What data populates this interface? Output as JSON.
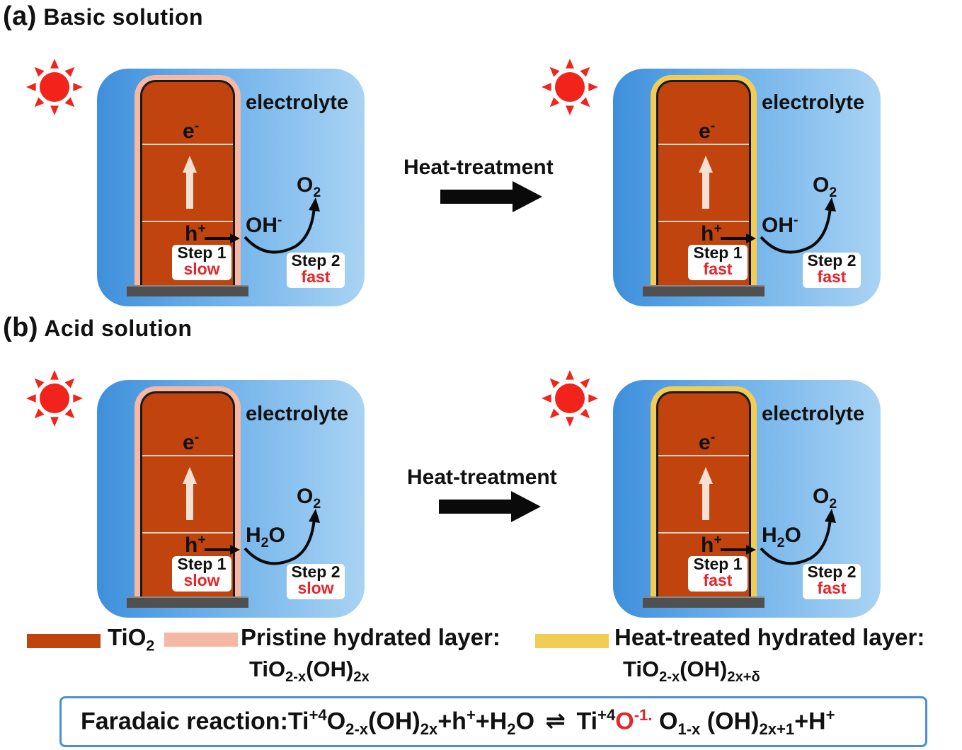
{
  "section_a": {
    "tag": "(a)",
    "title": "Basic solution"
  },
  "section_b": {
    "tag": "(b)",
    "title": "Acid  solution"
  },
  "panels": [
    {
      "electrolyte": "electrolyte",
      "e": "e",
      "e_sup": "-",
      "h": "h",
      "h_sup": "+",
      "species": "OH",
      "species_sup": "-",
      "o2": "O",
      "o2_sub": "2",
      "step1": "Step 1",
      "step1_rate": "slow",
      "step2": "Step 2",
      "step2_rate": "fast",
      "layer": "pristine"
    },
    {
      "electrolyte": "electrolyte",
      "e": "e",
      "e_sup": "-",
      "h": "h",
      "h_sup": "+",
      "species": "OH",
      "species_sup": "-",
      "o2": "O",
      "o2_sub": "2",
      "step1": "Step 1",
      "step1_rate": "fast",
      "step2": "Step 2",
      "step2_rate": "fast",
      "layer": "heat-treated"
    },
    {
      "electrolyte": "electrolyte",
      "e": "e",
      "e_sup": "-",
      "h": "h",
      "h_sup": "+",
      "species": "H",
      "species_sub": "2",
      "species_tail": "O",
      "o2": "O",
      "o2_sub": "2",
      "step1": "Step 1",
      "step1_rate": "slow",
      "step2": "Step 2",
      "step2_rate": "slow",
      "layer": "pristine"
    },
    {
      "electrolyte": "electrolyte",
      "e": "e",
      "e_sup": "-",
      "h": "h",
      "h_sup": "+",
      "species": "H",
      "species_sub": "2",
      "species_tail": "O",
      "o2": "O",
      "o2_sub": "2",
      "step1": "Step 1",
      "step1_rate": "fast",
      "step2": "Step 2",
      "step2_rate": "fast",
      "layer": "heat-treated"
    }
  ],
  "heat_treatment_label": "Heat-treatment",
  "legend": {
    "tio2": {
      "main": "TiO",
      "sub": "2",
      "color": "#c1440e"
    },
    "pristine": {
      "label": "Pristine hydrated layer:",
      "formula_main": "TiO",
      "formula_sub1": "2-x",
      "formula_mid": "(OH)",
      "formula_sub2": "2x",
      "color": "#f4b8a4"
    },
    "heat": {
      "label": "Heat-treated hydrated layer:",
      "formula_main": "TiO",
      "formula_sub1": "2-x",
      "formula_mid": "(OH)",
      "formula_sub2": "2x+δ",
      "color": "#f2cd55"
    }
  },
  "reaction": {
    "prefix": "Faradaic reaction:",
    "p1": "Ti",
    "p1_sup": "+4",
    "p2": "O",
    "p2_sub": "2-x",
    "p3": "(OH)",
    "p3_sub": "2x",
    "p4": "+h",
    "p4_sup": "+",
    "p5": "+H",
    "p5_sub": "2",
    "p6": "O",
    "eq": "⇌",
    "r1": "Ti",
    "r1_sup": "+4",
    "r2": "O",
    "r2_sup": "-1.",
    "r3": " O",
    "r3_sub": "1-x",
    "r4": " (OH)",
    "r4_sub": "2x+1",
    "r5": "+H",
    "r5_sup": "+"
  },
  "colors": {
    "tio2": "#c1440e",
    "pristine": "#f4b8a4",
    "heat": "#f2cd55",
    "electrolyte": "#6eb1ea",
    "sun": "#f2231a",
    "rate": "#e8232a",
    "reaction_border": "#4b8fd6"
  },
  "icons": [
    "sun-icon",
    "up-arrow-icon",
    "right-arrow-icon",
    "curved-arrow-icon",
    "equilibrium-icon"
  ]
}
